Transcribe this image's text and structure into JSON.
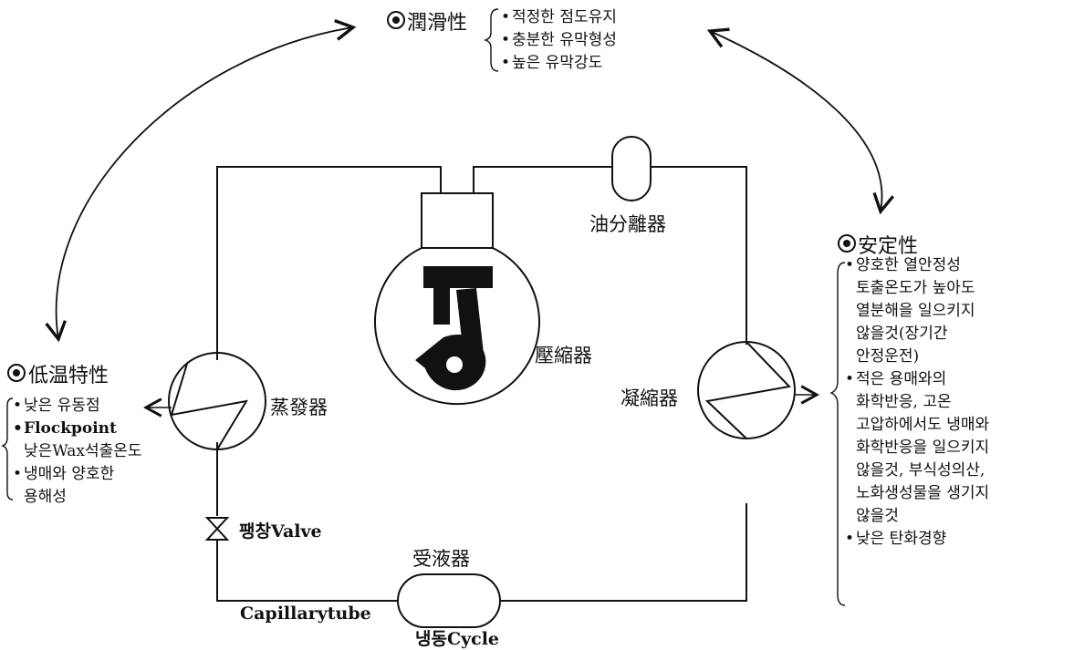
{
  "lubrication": {
    "heading": "潤滑性",
    "items": [
      "적정한 점도유지",
      "충분한 유막형성",
      "높은 유막강도"
    ]
  },
  "stability": {
    "heading": "安定性",
    "items": [
      "양호한 열안정성",
      "토출온도가 높아도",
      "열분해을 일으키지",
      "않을것(장기간",
      "안정운전)",
      "적은 용매와의",
      "화학반응, 고온",
      "고압하에서도 냉매와",
      "화학반응을 일으키지",
      "않을것, 부식성의산,",
      "노화생성물을 생기지",
      "않을것",
      "낮은 탄화경향"
    ]
  },
  "low_temp": {
    "heading": "低温特性",
    "items": [
      "낮은 유동점",
      "Flockpoint",
      "낮은Wax석출온도",
      "냉매와 양호한",
      "용해성"
    ]
  },
  "components": {
    "compressor": "壓縮器",
    "oil_separator": "油分離器",
    "evaporator": "蒸發器",
    "condenser": "凝縮器",
    "expansion_valve": "팽창Valve",
    "receiver": "受液器",
    "capillary": "Capillarytube",
    "cycle": "냉동Cycle"
  }
}
